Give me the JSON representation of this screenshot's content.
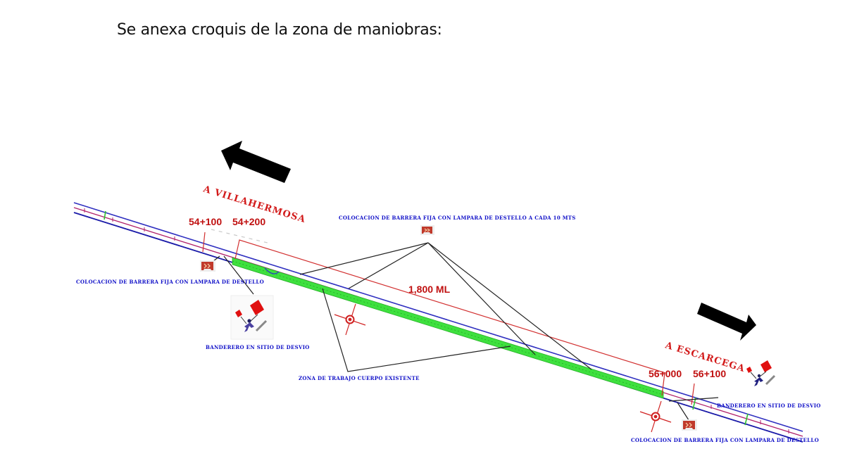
{
  "intro_text": "Se anexa croquis de la zona de maniobras:",
  "diagram": {
    "directions": {
      "west": {
        "label": "A  VILLAHERMOSA",
        "arrow": "arrow-left-icon"
      },
      "east": {
        "label": "A  ESCARCEGA",
        "arrow": "arrow-right-icon"
      }
    },
    "stations": {
      "s1": "54+100",
      "s2": "54+200",
      "s3": "56+000",
      "s4": "56+100"
    },
    "length_label": "1,800 ML",
    "notes": {
      "barrier_every_10m": "COLOCACION DE BARRERA FIJA CON LAMPARA DE DESTELLO A CADA 10 MTS",
      "barrier_west": "COLOCACION DE BARRERA FIJA CON LAMPARA DE DESTELLO",
      "barrier_east": "COLOCACION DE BARRERA FIJA CON LAMPARA DE DESTELLO",
      "flagger_west": "BANDERERO EN SITIO DE DESVIO",
      "flagger_east": "BANDERERO EN SITIO DE DESVIO",
      "work_zone": "ZONA DE TRABAJO CUERPO EXISTENTE"
    },
    "icons": {
      "barrier": "barrier-icon",
      "flagger": "flagger-icon",
      "signal": "traffic-signal-icon"
    },
    "colors": {
      "road_edge": "#1a1aa8",
      "road_center": "#b0206a",
      "work_strip": "#3ee03e",
      "boundary": "#d23030",
      "label_blue": "#1010c8",
      "label_red": "#c01010",
      "arrow": "#000000"
    }
  }
}
